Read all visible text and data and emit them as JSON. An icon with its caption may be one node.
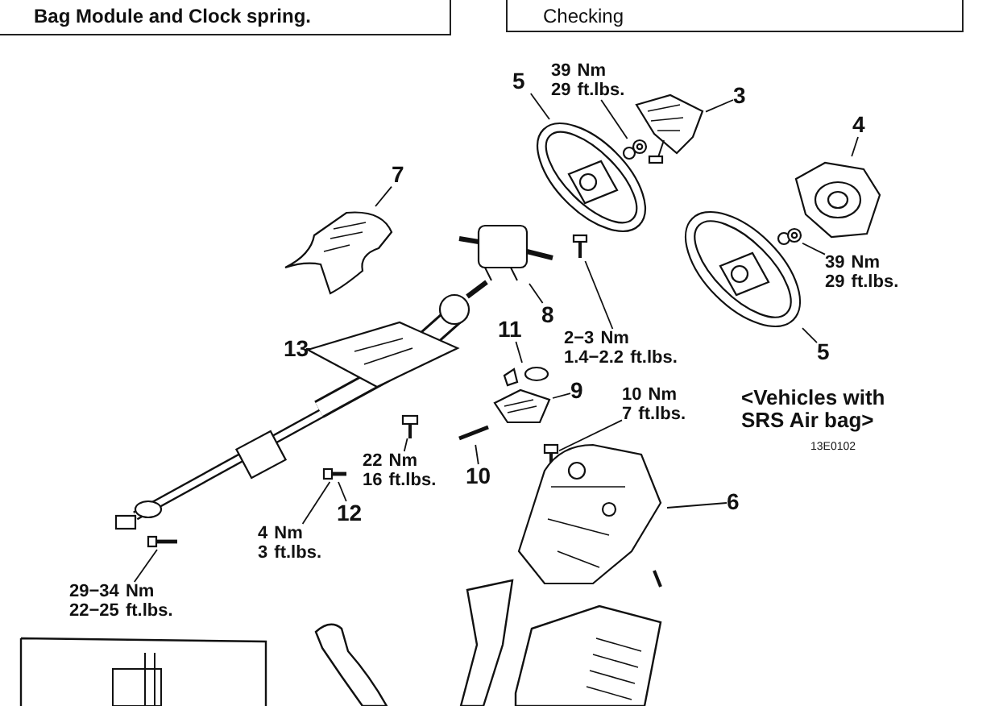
{
  "diagram": {
    "nodes": [
      {
        "text": [
          "Bag Module and Clock spring."
        ]
      },
      {
        "text": [
          "Checking"
        ]
      },
      {
        "text": [
          "5"
        ]
      },
      {
        "text": [
          "39 Nm 29 ft.lbs."
        ]
      },
      {
        "text": [
          "3"
        ]
      },
      {
        "text": [],
        "shape": "picture"
      },
      {
        "text": [],
        "shape": "picture"
      },
      {
        "text": [],
        "shape": "picture"
      },
      {
        "text": [
          "4"
        ]
      },
      {
        "text": [],
        "shape": "picture"
      },
      {
        "text": [
          "7"
        ]
      },
      {
        "text": [],
        "shape": "picture"
      },
      {
        "text": [],
        "shape": "picture"
      },
      {
        "text": [],
        "shape": "picture"
      },
      {
        "text": [],
        "shape": "picture"
      },
      {
        "text": [
          "39 Nm 29 ft.lbs."
        ]
      },
      {
        "text": [],
        "shape": "picture"
      },
      {
        "text": [
          "8"
        ]
      },
      {
        "text": [
          "2−3 Nm 1.4−2.2 ft.lbs."
        ]
      },
      {
        "text": [
          "11"
        ]
      },
      {
        "text": [
          "13"
        ]
      },
      {
        "text": [],
        "shape": "picture"
      },
      {
        "text": [
          "5"
        ]
      },
      {
        "text": [
          "9"
        ]
      },
      {
        "text": [
          "10 Nm 7 ft.lbs."
        ]
      },
      {
        "text": [],
        "shape": "picture"
      },
      {
        "text": [],
        "shape": "picture"
      },
      {
        "text": [],
        "shape": "picture"
      },
      {
        "text": [],
        "shape": "picture"
      },
      {
        "text": [
          "22 Nm 16 ft.lbs."
        ]
      },
      {
        "text": [],
        "shape": "picture"
      },
      {
        "text": [
          "10"
        ]
      },
      {
        "text": [
          "12"
        ]
      },
      {
        "text": [],
        "shape": "picture"
      },
      {
        "text": [
          "6"
        ]
      },
      {
        "text": [],
        "shape": "picture"
      },
      {
        "text": [
          "4 Nm 3 ft.lbs."
        ]
      },
      {
        "text": [
          "29−34 Nm 22−25 ft.lbs."
        ]
      },
      {
        "text": [],
        "shape": "picture"
      }
    ],
    "edges": [
      {
        "from": 2,
        "to": 5,
        "arrow": "none"
      },
      {
        "from": 3,
        "to": 6,
        "arrow": "none"
      },
      {
        "from": 4,
        "to": 7,
        "arrow": "none"
      },
      {
        "from": 8,
        "to": 9,
        "arrow": "none"
      },
      {
        "from": 10,
        "to": 11,
        "arrow": "none"
      },
      {
        "from": 17,
        "to": 12,
        "arrow": "none"
      },
      {
        "from": 18,
        "to": 13,
        "arrow": "none"
      },
      {
        "from": 15,
        "to": 14,
        "arrow": "none"
      },
      {
        "from": 22,
        "to": 16,
        "arrow": "none"
      },
      {
        "from": 19,
        "to": 25,
        "arrow": "none"
      },
      {
        "from": 20,
        "to": 21,
        "arrow": "none"
      },
      {
        "from": 23,
        "to": 26,
        "arrow": "none"
      },
      {
        "from": 24,
        "to": 28,
        "arrow": "none"
      },
      {
        "from": 29,
        "to": 30,
        "arrow": "none"
      },
      {
        "from": 31,
        "to": 27,
        "arrow": "none"
      },
      {
        "from": 32,
        "to": 33,
        "arrow": "none"
      },
      {
        "from": 36,
        "to": 33,
        "arrow": "none"
      },
      {
        "from": 34,
        "to": 35,
        "arrow": "none"
      },
      {
        "from": 37,
        "to": 38,
        "arrow": "none"
      }
    ],
    "labels": [
      "<Vehicles with SRS Air bag>",
      "13E0102"
    ]
  }
}
